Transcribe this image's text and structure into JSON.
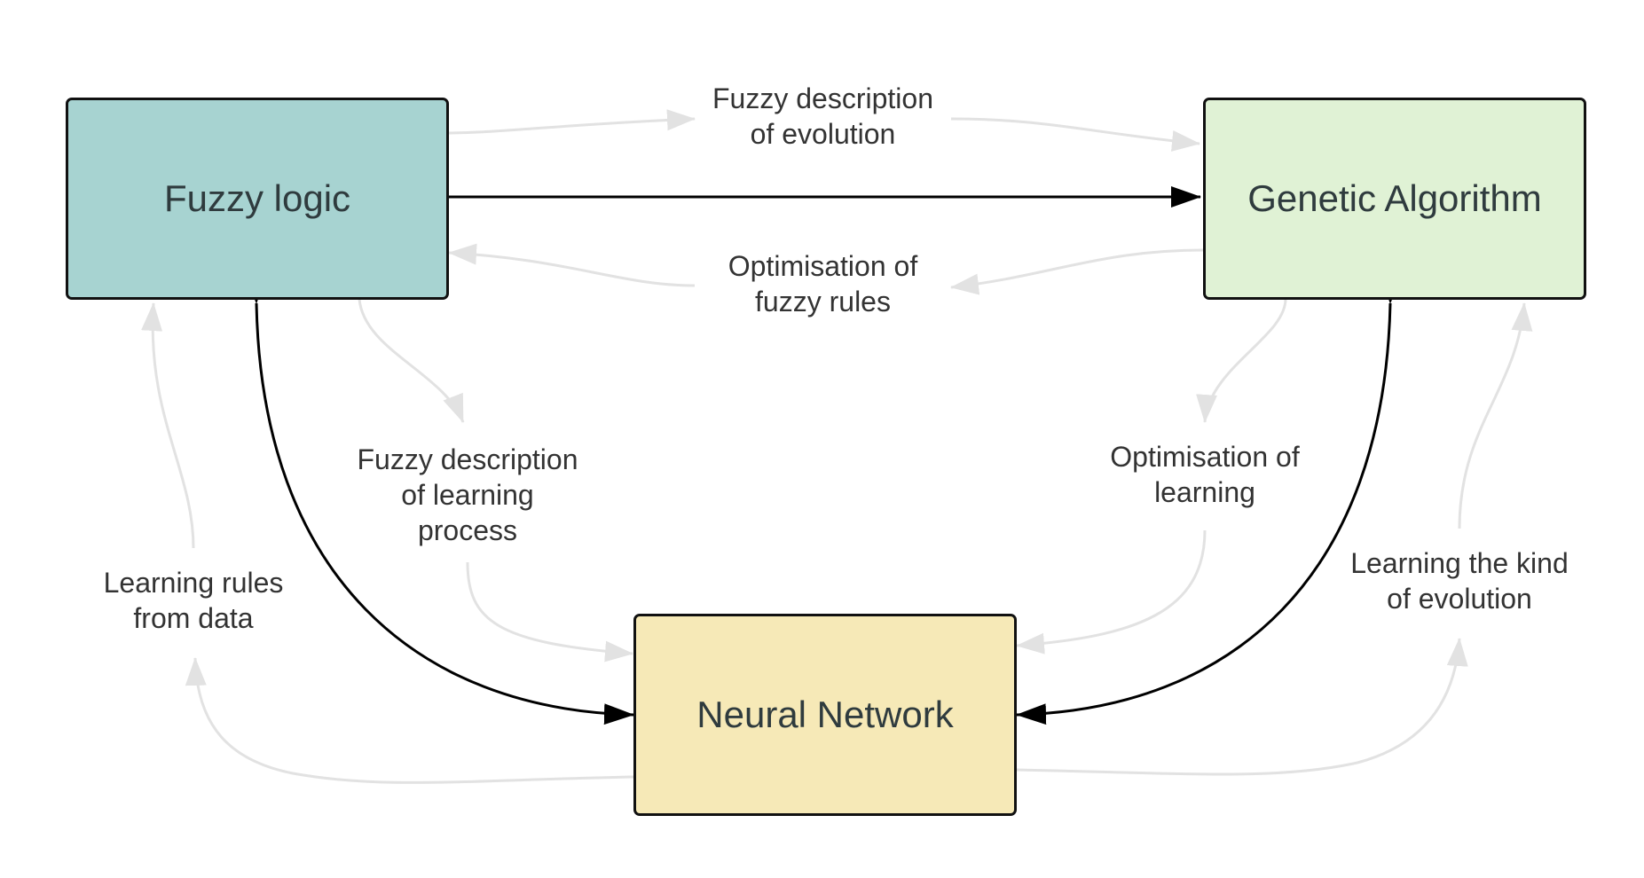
{
  "nodes": {
    "fuzzy_logic": {
      "label": "Fuzzy logic",
      "fill": "#a7d3d1"
    },
    "genetic_algorithm": {
      "label": "Genetic Algorithm",
      "fill": "#e0f2d5"
    },
    "neural_network": {
      "label": "Neural Network",
      "fill": "#f6e9b7"
    }
  },
  "edge_labels": {
    "fl_to_ga": [
      "Fuzzy description",
      "of evolution"
    ],
    "ga_to_fl": [
      "Optimisation of",
      "fuzzy rules"
    ],
    "fl_to_nn": [
      "Fuzzy description",
      "of learning",
      "process"
    ],
    "ga_to_nn": [
      "Optimisation of",
      "learning"
    ],
    "nn_to_fl": [
      "Learning rules",
      "from data"
    ],
    "nn_to_ga": [
      "Learning the kind",
      "of evolution"
    ]
  },
  "colors": {
    "primary_arrow": "#000000",
    "secondary_arrow": "#e2e2e2",
    "box_border": "#111111",
    "text": "#333333"
  }
}
